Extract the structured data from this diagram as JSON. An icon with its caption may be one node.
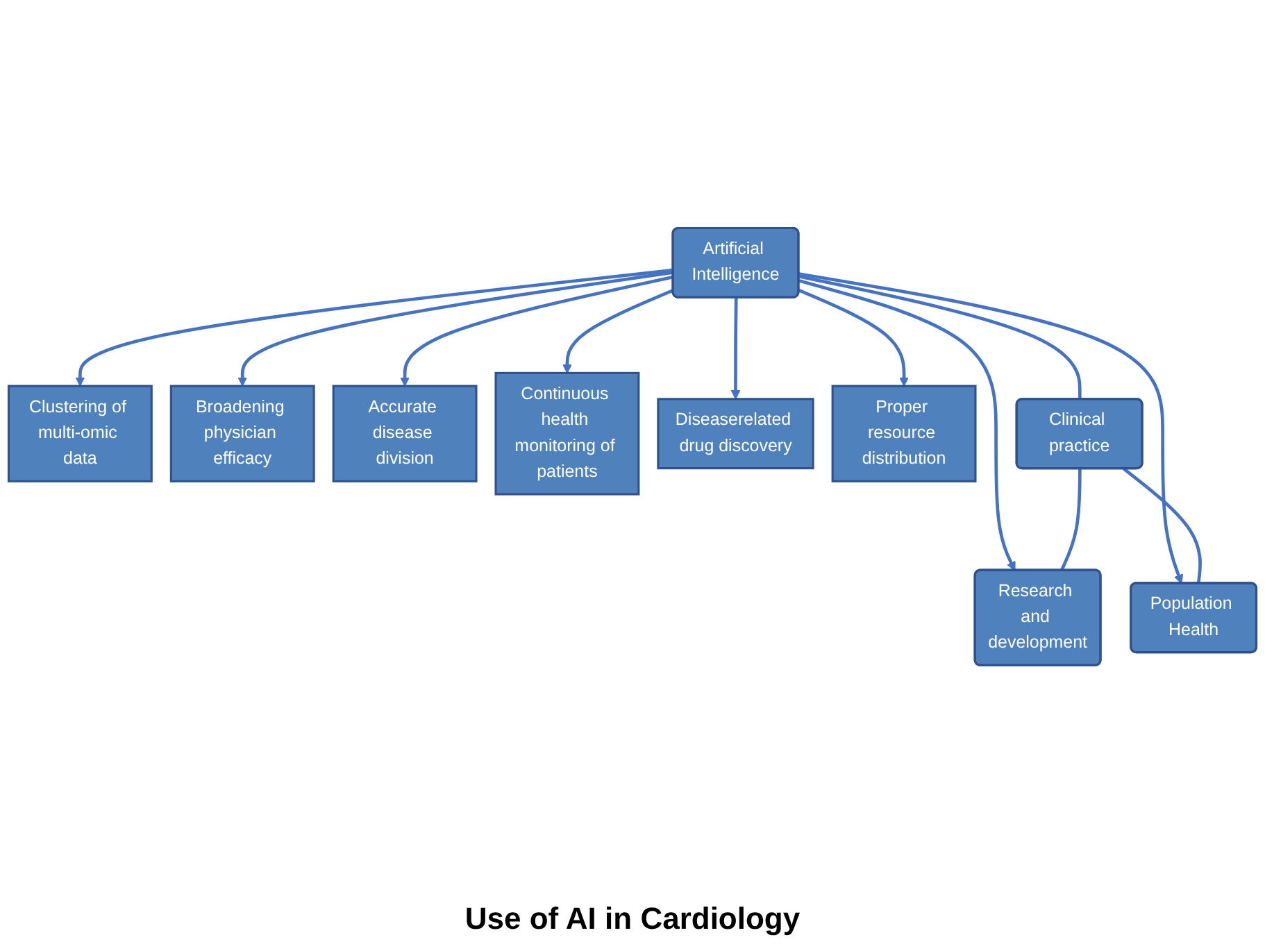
{
  "diagram": {
    "caption": "Use of AI in Cardiology",
    "nodes": [
      {
        "text": [
          "Clustering of multi-omic data"
        ]
      },
      {
        "text": [
          "Broadening physician efficacy"
        ]
      },
      {
        "text": [
          "Artificial Intelligence"
        ]
      },
      {
        "text": [
          "Accurate disease division"
        ]
      },
      {
        "text": [
          "Continuous health monitoring of patients"
        ]
      },
      {
        "text": [
          "Diseaserelated drug discovery"
        ]
      },
      {
        "text": [
          "Proper resource distribution"
        ]
      },
      {
        "text": [
          "Clinical practice"
        ]
      },
      {
        "text": [
          "Research and development"
        ]
      },
      {
        "text": [
          "Population Health"
        ]
      }
    ],
    "edges": [
      {
        "from": 2,
        "to": 0,
        "arrow": "to"
      },
      {
        "from": 2,
        "to": 1,
        "arrow": "to"
      },
      {
        "from": 2,
        "to": 3,
        "arrow": "to"
      },
      {
        "from": 2,
        "to": 4,
        "arrow": "to"
      },
      {
        "from": 2,
        "to": 5,
        "arrow": "to"
      },
      {
        "from": 2,
        "to": 6,
        "arrow": "to"
      },
      {
        "from": 2,
        "to": 8,
        "arrow": "to"
      },
      {
        "from": 2,
        "to": 9,
        "arrow": "to"
      },
      {
        "from": 2,
        "to": 7,
        "arrow": "none"
      },
      {
        "from": 7,
        "to": 8,
        "arrow": "none"
      },
      {
        "from": 7,
        "to": 9,
        "arrow": "none"
      }
    ]
  }
}
